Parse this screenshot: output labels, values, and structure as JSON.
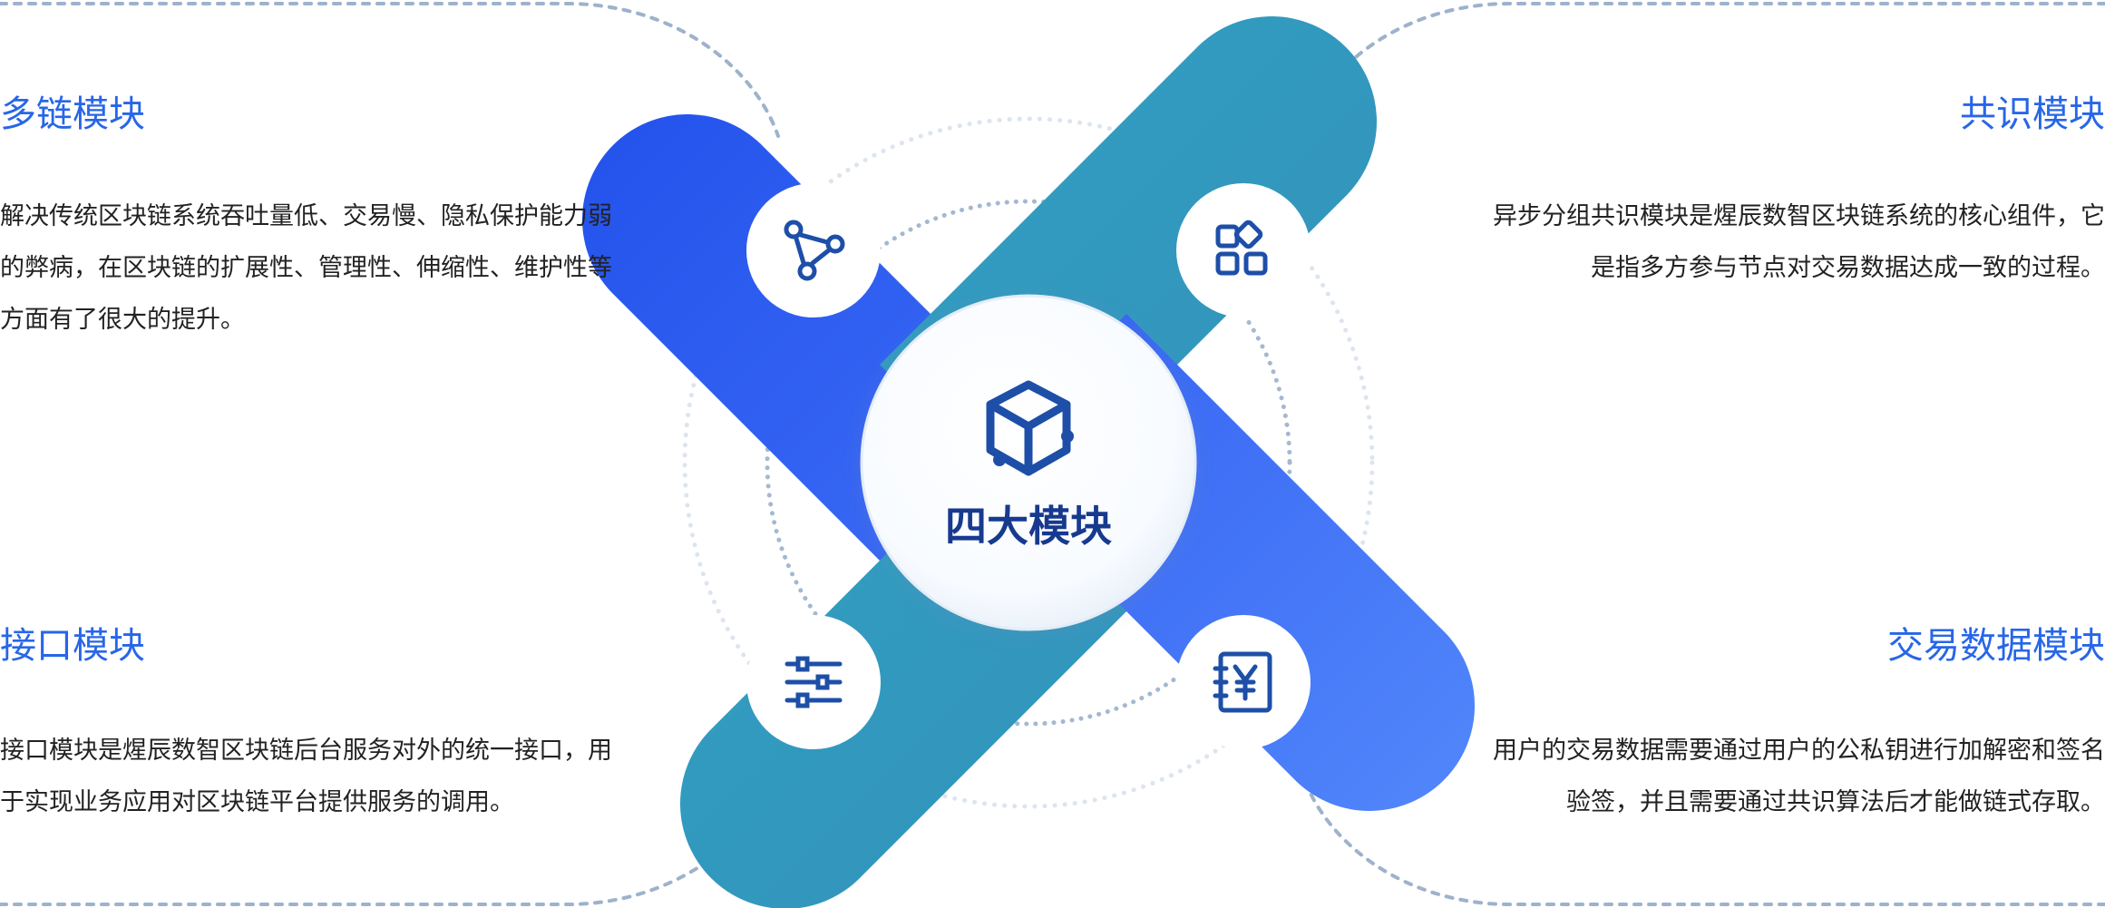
{
  "center": {
    "label": "四大模块",
    "icon": "cube-icon"
  },
  "modules": {
    "multichain": {
      "title": "多链模块",
      "description": "解决传统区块链系统吞吐量低、交易慢、隐私保护能力弱的弊病，在区块链的扩展性、管理性、伸缩性、维护性等方面有了很大的提升。",
      "icon": "network-nodes-icon",
      "color": "#2e5bf0"
    },
    "consensus": {
      "title": "共识模块",
      "description": "异步分组共识模块是煋辰数智区块链系统的核心组件，它是指多方参与节点对交易数据达成一致的过程。",
      "icon": "apps-grid-icon",
      "color": "#349bbf"
    },
    "interface": {
      "title": "接口模块",
      "description": "接口模块是煋辰数智区块链后台服务对外的统一接口，用于实现业务应用对区块链平台提供服务的调用。",
      "icon": "sliders-icon",
      "color": "#349bbf"
    },
    "transaction": {
      "title": "交易数据模块",
      "description": "用户的交易数据需要通过用户的公私钥进行加解密和签名验签，并且需要通过共识算法后才能做链式存取。",
      "icon": "yuan-ledger-icon",
      "color": "#4a7df7"
    }
  },
  "colors": {
    "title_accent": "#2766e8",
    "center_text": "#173a8f",
    "icon_stroke": "#1d4fa8",
    "dash_line": "#9db2cc"
  }
}
